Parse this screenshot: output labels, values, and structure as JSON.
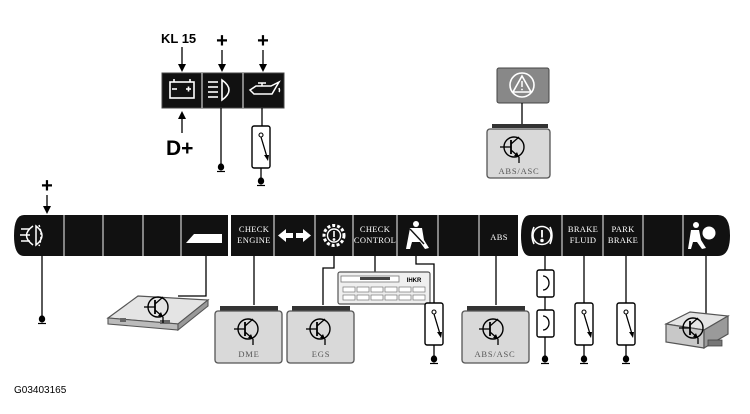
{
  "top_labels": {
    "kl15": "KL 15",
    "plus_1": "+",
    "plus_2": "+",
    "d_plus": "D+",
    "plus_left": "+"
  },
  "lamps": {
    "check_engine_1": "CHECK",
    "check_engine_2": "ENGINE",
    "check_control_1": "CHECK",
    "check_control_2": "CONTROL",
    "abs": "ABS",
    "brake_fluid_1": "BRAKE",
    "brake_fluid_2": "FLUID",
    "park_brake_1": "PARK",
    "park_brake_2": "BRAKE"
  },
  "ecus": {
    "dme": "DME",
    "egs": "EGS",
    "abs_asc_bottom": "ABS/ASC",
    "abs_asc_top": "ABS/ASC",
    "ihkr": "IHKR"
  },
  "figure_code": "G03403165",
  "icons": [
    "battery-icon",
    "headlight-icon",
    "oil-can-icon",
    "warning-triangle-icon",
    "fog-light-icon",
    "turn-arrows-icon",
    "gear-icon",
    "seatbelt-icon",
    "brake-warning-icon",
    "airbag-icon",
    "ground-symbol-icon"
  ],
  "colors": {
    "panel": "#111111",
    "ecu_fill": "#d9d9d9",
    "ecu_stroke": "#555555"
  }
}
